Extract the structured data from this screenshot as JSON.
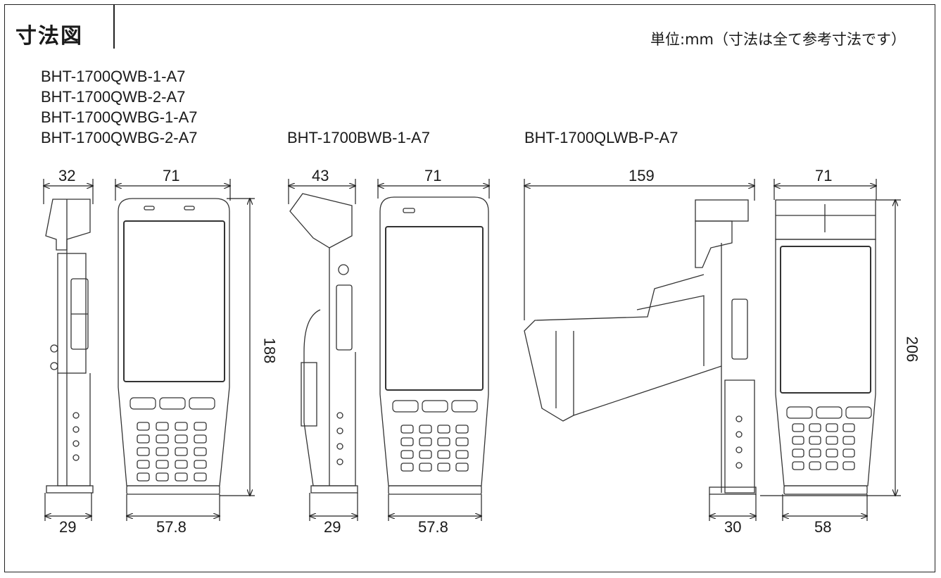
{
  "title": "寸法図",
  "unit_note": "単位:mm（寸法は全て参考寸法です）",
  "groups": [
    {
      "models": [
        "BHT-1700QWB-1-A7",
        "BHT-1700QWB-2-A7",
        "BHT-1700QWBG-1-A7",
        "BHT-1700QWBG-2-A7"
      ],
      "dims": {
        "side_top": "32",
        "front_top": "71",
        "height": "188",
        "side_bottom": "29",
        "front_bottom": "57.8"
      }
    },
    {
      "models": [
        "BHT-1700BWB-1-A7"
      ],
      "dims": {
        "side_top": "43",
        "front_top": "71",
        "side_bottom": "29",
        "front_bottom": "57.8"
      }
    },
    {
      "models": [
        "BHT-1700QLWB-P-A7"
      ],
      "dims": {
        "side_top": "159",
        "front_top": "71",
        "height": "206",
        "side_bottom": "30",
        "front_bottom": "58"
      }
    }
  ]
}
